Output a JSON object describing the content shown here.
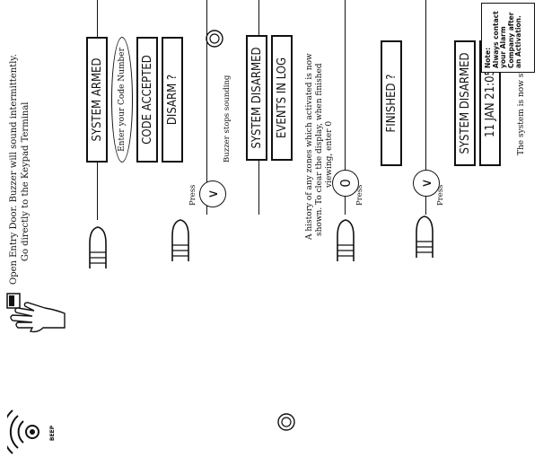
{
  "header": {
    "line1": "Open Entry Door.  Buzzer will sound intermittently.",
    "line2": "Go directly to the Keypad Terminal"
  },
  "beep_label": "BEEP",
  "column1": {
    "display_armed": "SYSTEM ARMED",
    "enter_code": "Enter your Code Number",
    "display_code_accepted": "CODE ACCEPTED",
    "display_disarm": "DISARM ?",
    "press_label": "Press",
    "key_symbol": "∨",
    "buzzer_note": "Buzzer stops sounding"
  },
  "column2": {
    "display_disarmed": "SYSTEM DISARMED",
    "display_events": "EVENTS IN LOG",
    "history_line1": "A history of any zones which activated is now",
    "history_line2": "shown.  To clear the display, when finished",
    "history_line3": "viewing, enter 0",
    "press_label": "Press",
    "key_symbol": "0"
  },
  "column3": {
    "display_finished": "FINISHED ?",
    "press_label": "Press",
    "key_symbol": "∨",
    "display_disarmed": "SYSTEM DISARMED",
    "display_date": "11 JAN 21:05",
    "footer": "The system is now switched off"
  },
  "note": {
    "title": "Note:",
    "lines": [
      "Always contact",
      "your Alarm",
      "Company after",
      "an Activation."
    ]
  }
}
